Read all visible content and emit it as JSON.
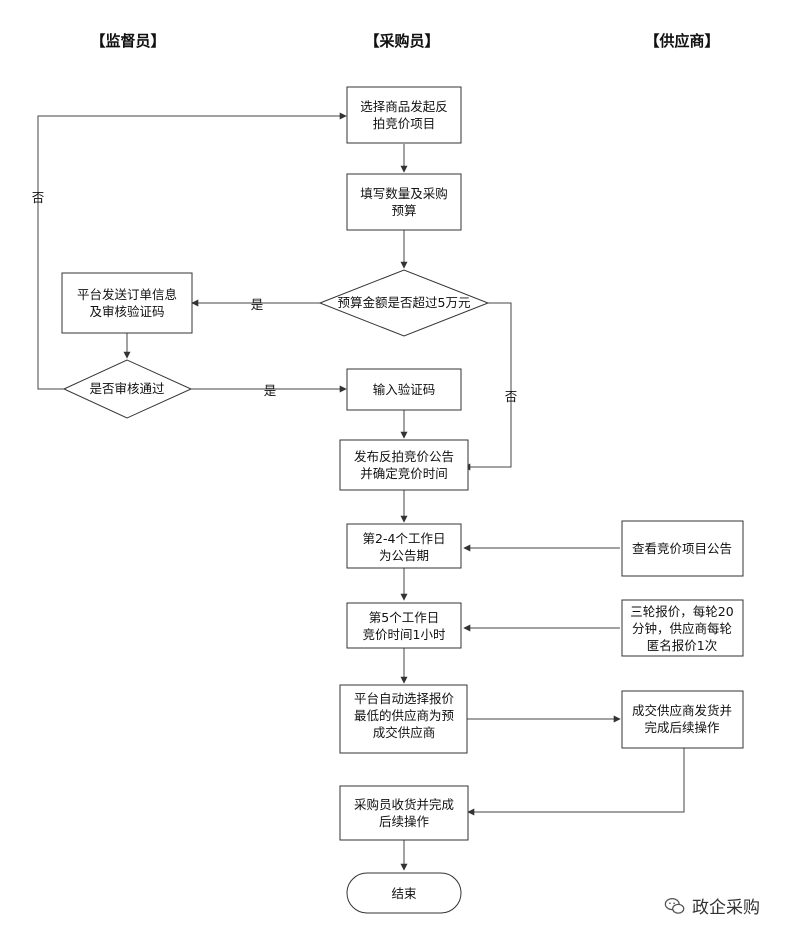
{
  "lanes": {
    "supervisor": "【监督员】",
    "buyer": "【采购员】",
    "supplier": "【供应商】"
  },
  "nodes": {
    "select_goods": [
      "选择商品发起反",
      "拍竞价项目"
    ],
    "fill_qty": [
      "填写数量及采购",
      "预算"
    ],
    "budget_check": [
      "预算金额是否超过5万元"
    ],
    "send_order": [
      "平台发送订单信息",
      "及审核验证码"
    ],
    "approved_check": [
      "是否审核通过"
    ],
    "input_code": [
      "输入验证码"
    ],
    "publish": [
      "发布反拍竞价公告",
      "并确定竞价时间"
    ],
    "notice_period": [
      "第2-4个工作日",
      "为公告期"
    ],
    "view_notice": [
      "查看竞价项目公告"
    ],
    "bid_time": [
      "第5个工作日",
      "竞价时间1小时"
    ],
    "three_rounds": [
      "三轮报价，每轮20",
      "分钟，供应商每轮",
      "匿名报价1次"
    ],
    "auto_select": [
      "平台自动选择报价",
      "最低的供应商为预",
      "成交供应商"
    ],
    "deal_supplier": [
      "成交供应商发货并",
      "完成后续操作"
    ],
    "buyer_receive": [
      "采购员收货并完成",
      "后续操作"
    ],
    "end": [
      "结束"
    ]
  },
  "edge_labels": {
    "no_left": "否",
    "yes_budget": "是",
    "yes_approved": "是",
    "no_right": "否"
  },
  "watermark": "政企采购"
}
